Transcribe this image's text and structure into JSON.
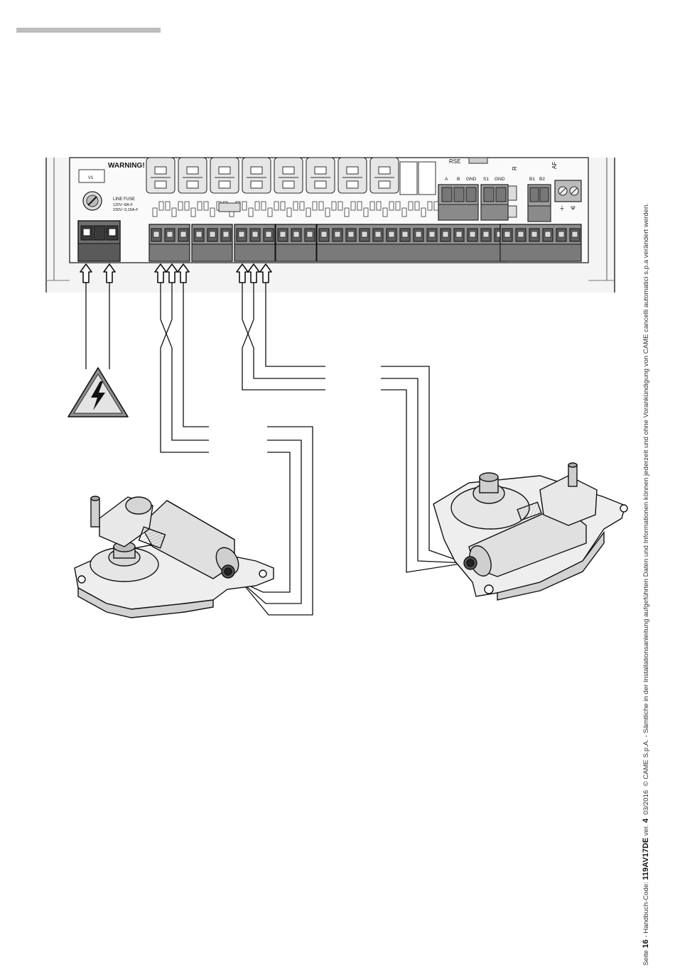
{
  "board": {
    "warning_label": "WARNING!",
    "fuse_label": "LINE FUSE",
    "fuse_spec_1": "120V~8A-F",
    "fuse_spec_2": "230V~3,15A-F",
    "v1_label": "V1",
    "rse_label": "RSE",
    "af_label": "AF",
    "terminals_rs485": [
      "A",
      "B",
      "GND"
    ],
    "terminals_s1": [
      "S1",
      "GND"
    ],
    "terminals_b": [
      "B1",
      "B2"
    ]
  },
  "footer": {
    "page_prefix": "Seite",
    "page_number": "16",
    "code_prefix": "- Handbuch-Code:",
    "code": "119AV17DE",
    "version_prefix": "ver.",
    "version": "4",
    "date": "03/2016",
    "copyright": "© CAME S.p.A. - Sämtliche in der Installationsanleitung aufgeführten Daten und Informationen können jederzeit und ohne Vorankündigung von CAME cancelli automatici s.p.a verändert werden."
  }
}
